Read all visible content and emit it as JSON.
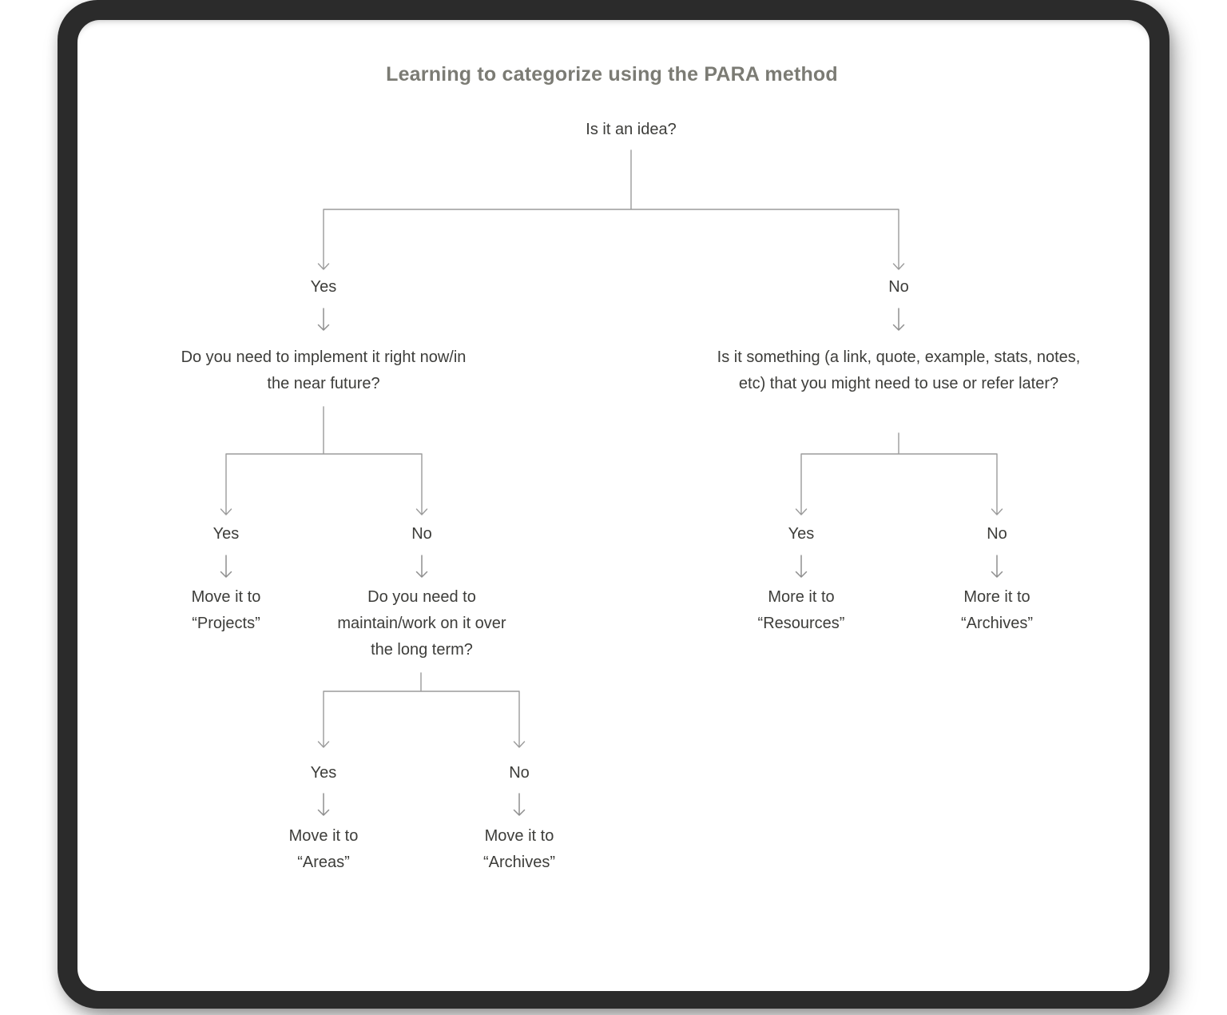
{
  "diagram": {
    "title": "Learning to categorize using the PARA method",
    "labels": {
      "yes": "Yes",
      "no": "No"
    },
    "icons": {
      "down_arrow": "↓"
    },
    "colors": {
      "frame_background": "#2b2b2b",
      "card_background": "#ffffff",
      "title_text": "#7b7b74",
      "body_text": "#3d3d3a",
      "connector_line": "#9b9b9b",
      "arrow_icon": "#8f8f8f"
    },
    "tree": {
      "root_question": "Is it an idea?",
      "yes_branch": {
        "question": "Do you need to implement it right now/in the near future?",
        "yes": {
          "action": "Move it to",
          "target": "“Projects”"
        },
        "no": {
          "question": "Do you need to maintain/work on it over the long term?",
          "yes": {
            "action": "Move it to",
            "target": "“Areas”"
          },
          "no": {
            "action": "Move it to",
            "target": "“Archives”"
          }
        }
      },
      "no_branch": {
        "question": "Is it something (a link, quote, example, stats, notes, etc) that you might need to use or refer later?",
        "yes": {
          "action": "More it to",
          "target": "“Resources”"
        },
        "no": {
          "action": "More it to",
          "target": "“Archives”"
        }
      }
    }
  }
}
